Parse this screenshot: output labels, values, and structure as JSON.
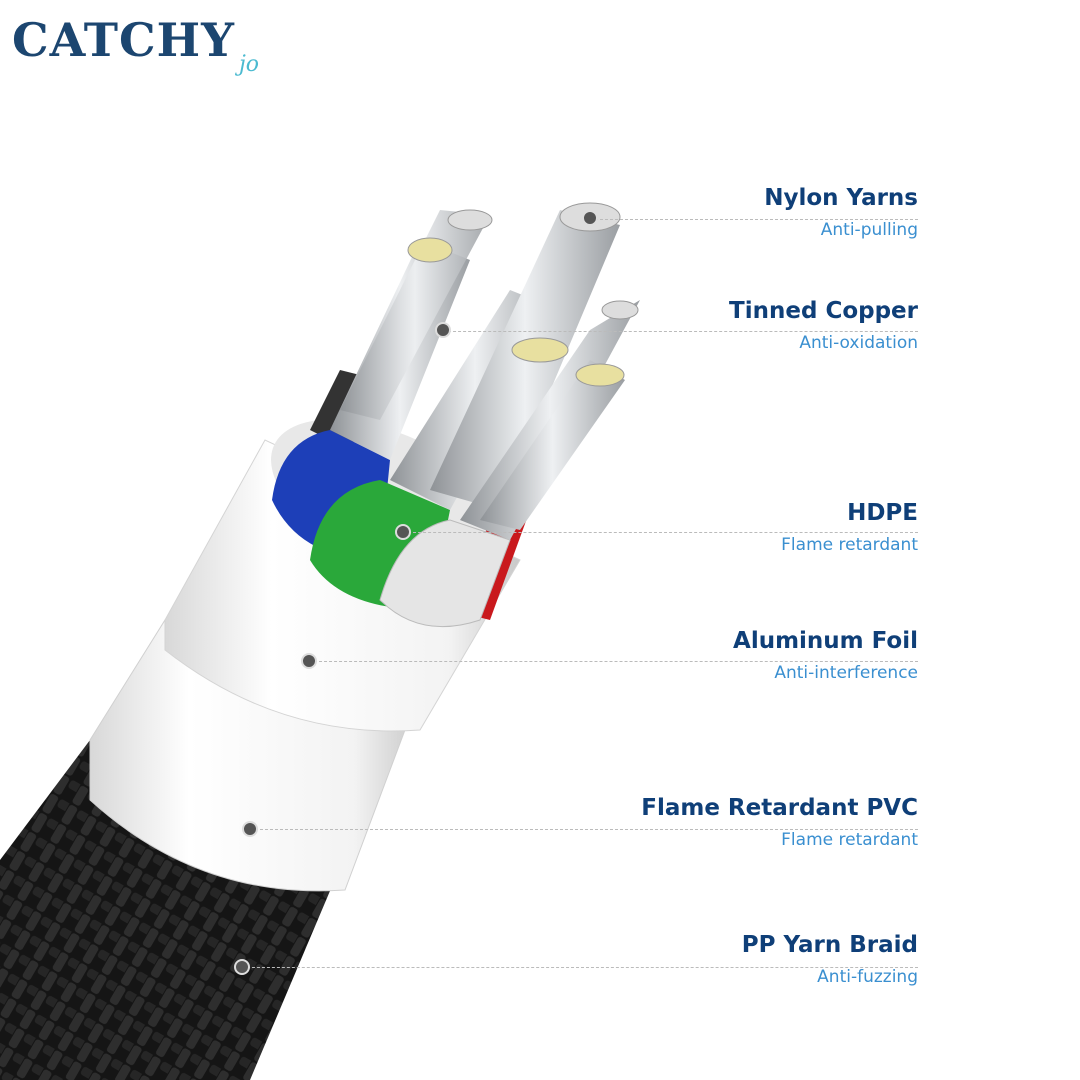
{
  "brand": {
    "name": "CATCHY",
    "script": "jo",
    "color": "#1c4670",
    "accent": "#4bbad0"
  },
  "layers": [
    {
      "title": "Nylon Yarns",
      "subtitle": "Anti-pulling"
    },
    {
      "title": "Tinned Copper",
      "subtitle": "Anti-oxidation"
    },
    {
      "title": "HDPE",
      "subtitle": "Flame retardant"
    },
    {
      "title": "Aluminum Foil",
      "subtitle": "Anti-interference"
    },
    {
      "title": "Flame Retardant PVC",
      "subtitle": "Flame retardant"
    },
    {
      "title": "PP Yarn Braid",
      "subtitle": "Anti-fuzzing"
    }
  ],
  "colors": {
    "title": "#0f3f78",
    "subtitle": "#3a8fd0"
  }
}
